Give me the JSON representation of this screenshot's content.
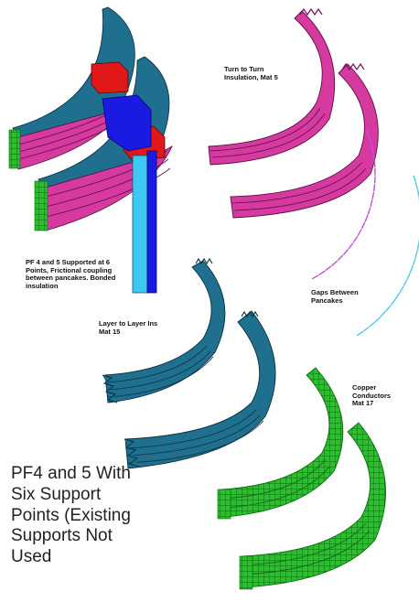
{
  "labels": {
    "turn_to_turn": "Turn to Turn\nInsulation, Mat 5",
    "pf_support": "PF 4 and 5 Supported at 6\nPoints, Frictional coupling\nbetween pancakes. Bonded\ninsulation",
    "gaps": "Gaps Between\nPancakes",
    "layer_to_layer": "Layer to Layer Ins\nMat 15",
    "copper": "Copper\nConductors\nMat 17",
    "main_caption": "PF4 and 5 With\nSix Support\nPoints (Existing\nSupports Not\nUsed"
  },
  "colors": {
    "coil_blue": "#1f6f8f",
    "coil_pink": "#d63aa0",
    "conductor_green": "#22b21f",
    "support_blue": "#1a1ae0",
    "support_light": "#3cc8f0",
    "clamp_red": "#e01818",
    "gap_violet": "#c050e0",
    "gap_cyan": "#50c8e8"
  },
  "icons": [
    "coil-segment",
    "support-post",
    "gap-markers",
    "copper-conductor-block"
  ]
}
